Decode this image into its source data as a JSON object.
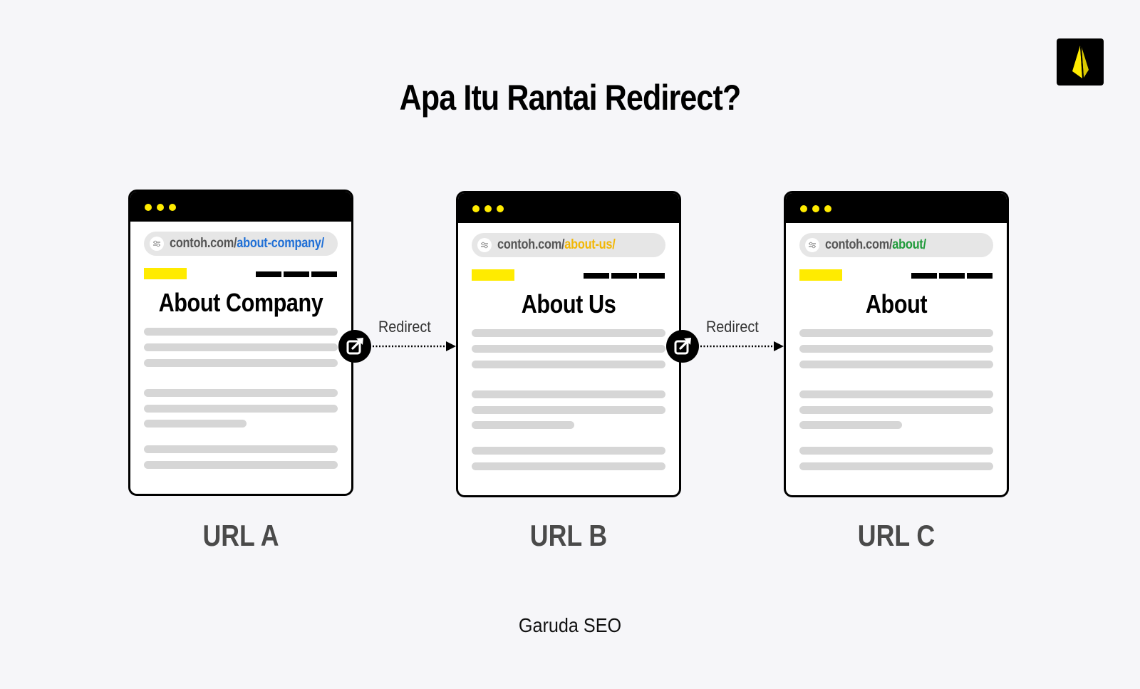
{
  "title": "Apa Itu Rantai Redirect?",
  "colors": {
    "background": "#f6f6f9",
    "accent_yellow": "#ffeb00",
    "url_blue": "#1f6fd6",
    "url_yellow": "#f2b705",
    "url_green": "#1f9a3a"
  },
  "browsers": [
    {
      "url_base": "contoh.com/",
      "url_path": "about-company/",
      "path_color": "#1f6fd6",
      "heading": "About Company",
      "label": "URL A"
    },
    {
      "url_base": "contoh.com/",
      "url_path": "about-us/",
      "path_color": "#f2b705",
      "heading": "About Us",
      "label": "URL B"
    },
    {
      "url_base": "contoh.com/",
      "url_path": "about/",
      "path_color": "#1f9a3a",
      "heading": "About",
      "label": "URL C"
    }
  ],
  "redirects": [
    {
      "label": "Redirect",
      "icon": "external-link-icon"
    },
    {
      "label": "Redirect",
      "icon": "external-link-icon"
    }
  ],
  "footer": "Garuda SEO",
  "logo_icon": "feather-logo-icon"
}
